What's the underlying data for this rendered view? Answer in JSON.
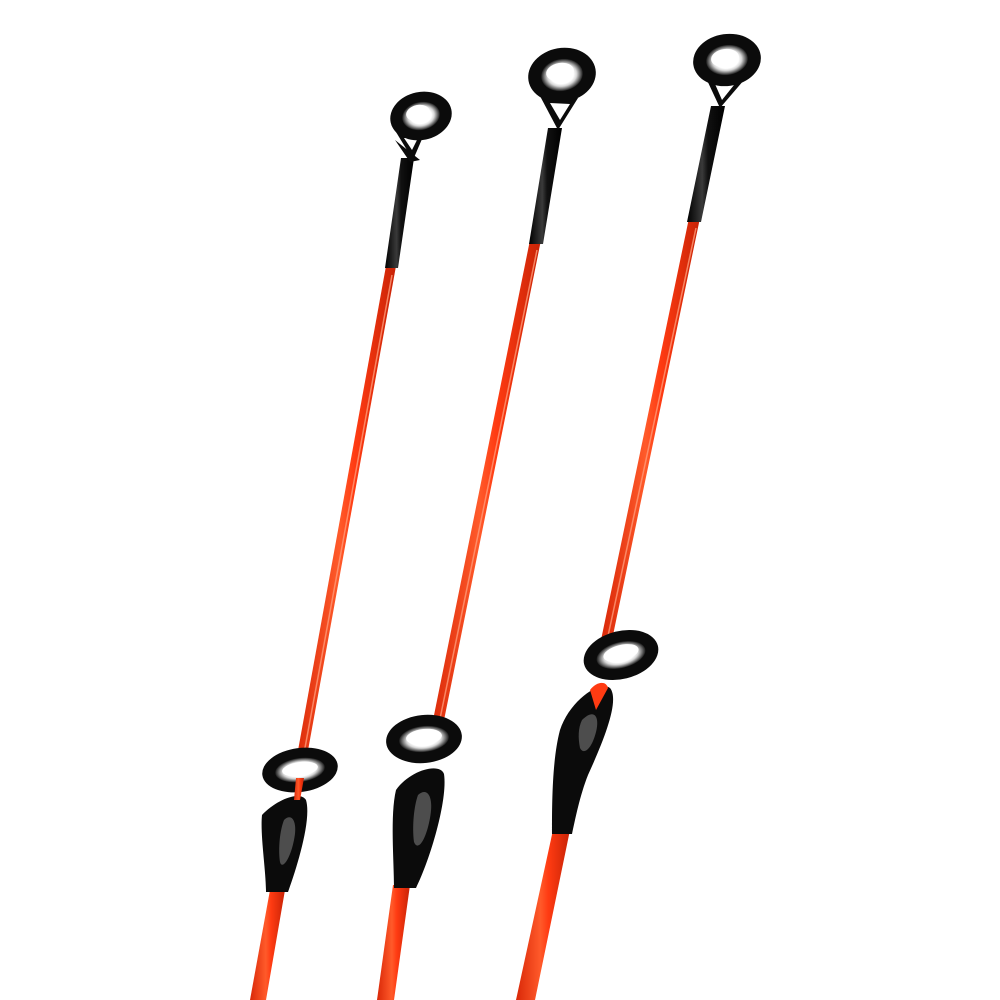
{
  "image": {
    "background_color": "#ffffff",
    "colors": {
      "blank_red": "#ff3b12",
      "blank_red_dark": "#e02a08",
      "blank_highlight": "#ff7a55",
      "wrap_black": "#0b0b0b",
      "wrap_gloss": "#6a6a6a",
      "ring_insert": "#b9b9b9",
      "ring_insert_dark": "#4a4a4a"
    },
    "rod_tips": [
      {
        "name": "left-rod-tip",
        "tip_guide_icon": "ring-guide-icon",
        "lower_guide_icon": "ring-guide-icon"
      },
      {
        "name": "middle-rod-tip",
        "tip_guide_icon": "ring-guide-icon",
        "lower_guide_icon": "ring-guide-icon"
      },
      {
        "name": "right-rod-tip",
        "tip_guide_icon": "ring-guide-icon",
        "lower_guide_icon": "ring-guide-icon"
      }
    ]
  }
}
